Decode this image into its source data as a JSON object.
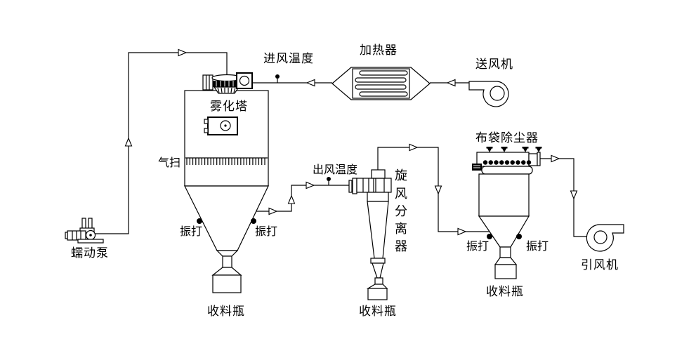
{
  "diagram": {
    "type": "spray-drying-process-flow",
    "colors": {
      "line": "#000000",
      "background": "#ffffff",
      "text": "#000000"
    },
    "labels": {
      "peristaltic_pump": "蠕动泵",
      "atomization_tower": "雾化塔",
      "air_sweep": "气扫",
      "inlet_air_temp": "进风温度",
      "heater": "加热器",
      "supply_fan": "送风机",
      "outlet_air_temp": "出风温度",
      "bag_dust_collector": "布袋除尘器",
      "induced_draft_fan": "引风机",
      "rapper": "振打",
      "collection_bottle": "收料瓶",
      "cyclone_chars": [
        "旋",
        "风",
        "分",
        "离",
        "器"
      ]
    },
    "counts": {
      "bag_cap_dots": 9,
      "air_sweep_ticks": 27,
      "pulse_nozzles": 4,
      "heater_bars": 4
    }
  }
}
